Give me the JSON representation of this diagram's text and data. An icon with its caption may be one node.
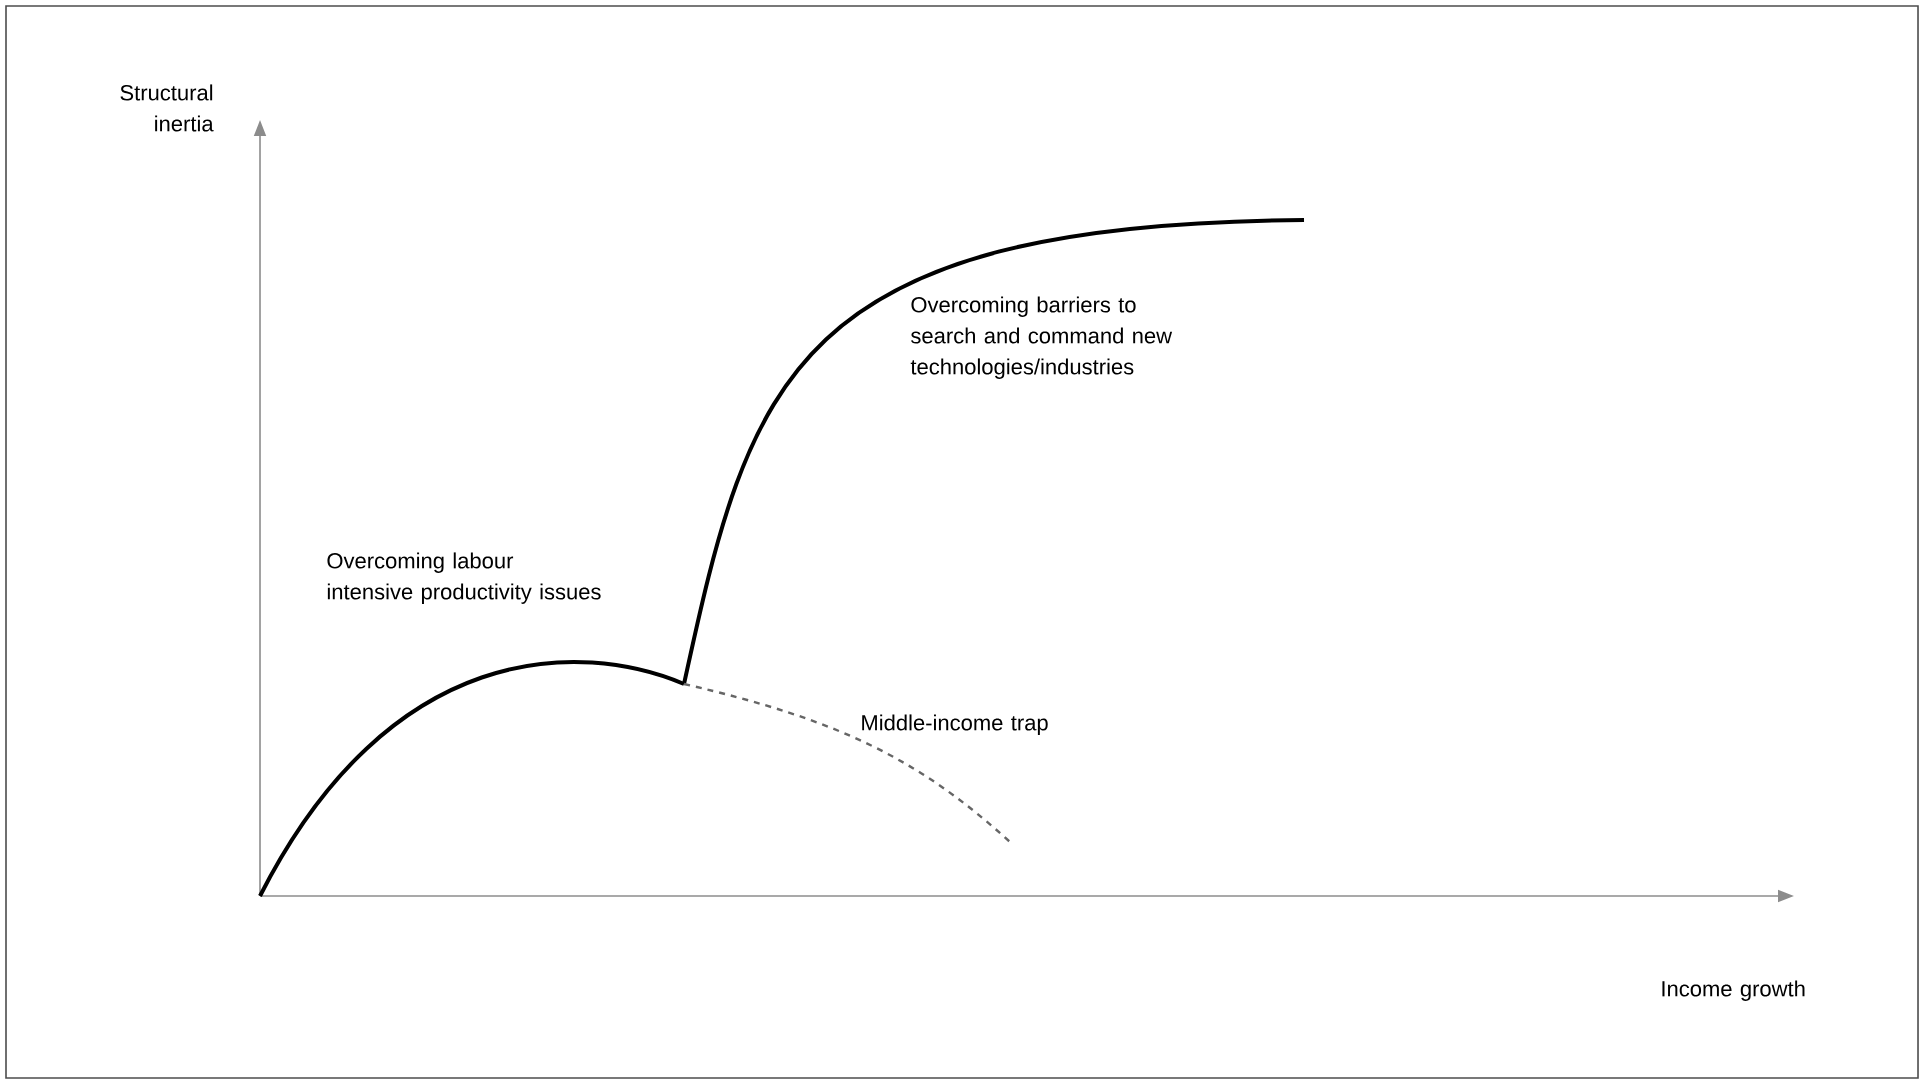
{
  "diagram": {
    "labels": [
      "Structural inertia",
      "Overcoming barriers to search and command new technologies/industries",
      "Overcoming labour intensive productivity issues",
      "Middle-income trap",
      "Income growth"
    ]
  }
}
